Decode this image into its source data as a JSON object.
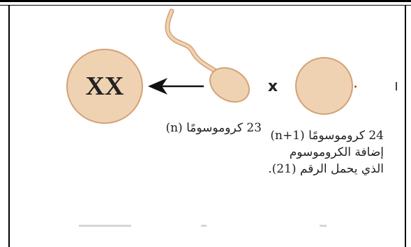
{
  "zygote": {
    "label": "XX"
  },
  "cross_symbol": "x",
  "sperm": {
    "label": "23 كروموسومًا (n)"
  },
  "egg": {
    "label_lines": [
      "24 كروموسومًا (n+1)",
      "إضافة الكروموسوم",
      "الذي يحمل الرقم (21)."
    ]
  },
  "colors": {
    "cell_fill": "#efd2b2",
    "cell_border": "#d3a277",
    "arrow": "#111111",
    "egg_mark": "#c0392b"
  }
}
